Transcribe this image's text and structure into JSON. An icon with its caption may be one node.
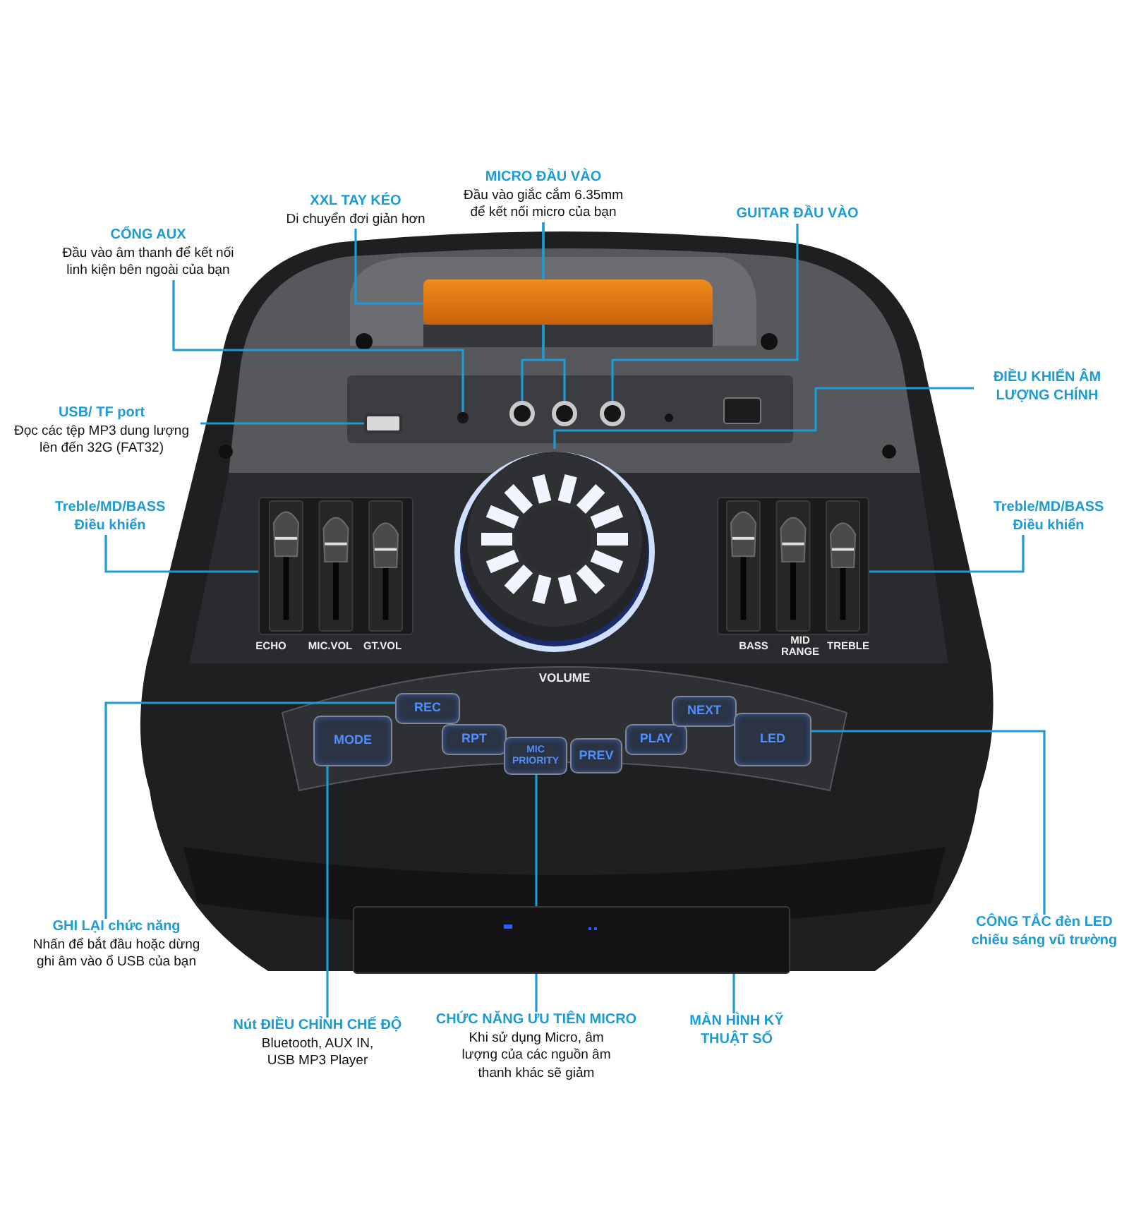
{
  "diagram": {
    "nodes": [
      {
        "text": [
          "XXL TAY KÉO",
          "Di chuyển đơi giản hơn"
        ]
      },
      {
        "text": [
          "MICRO ĐẦU VÀO",
          "Đầu vào giắc cắm 6.35mm để kết nối micro của bạn"
        ]
      },
      {
        "text": [
          "CỔNG AUX",
          "Đầu vào âm thanh để kết nối linh kiện bên ngoài của bạn"
        ]
      },
      {
        "text": [
          "GUITAR ĐẦU VÀO"
        ]
      },
      {
        "text": [
          "ĐIỀU KHIỂN ÂM LƯỢNG CHÍNH"
        ]
      },
      {
        "text": [
          "USB/ TF port",
          "Đọc các tệp MP3 dung lượng lên đến 32G (FAT32)"
        ]
      },
      {
        "text": [
          "Treble/MD/BASS Điều khiển"
        ]
      },
      {
        "text": [
          "Treble/MD/BASS Điều khiển"
        ]
      },
      {
        "text": [
          "GHI LẠI chức năng",
          "Nhấn để bắt đầu hoặc dừng ghi âm vào ổ USB của bạn"
        ]
      },
      {
        "text": [
          "CÔNG TẮC đèn LED chiếu sáng vũ trường"
        ]
      },
      {
        "text": [
          "Nút ĐIỀU CHỈNH CHẾ ĐỘ",
          "Bluetooth, AUX IN, USB MP3 Player"
        ]
      },
      {
        "text": [
          "CHỨC NĂNG ƯU TIÊN MICRO",
          "Khi sử dụng  Micro, âm lượng của các nguồn âm thanh khác sẽ giảm"
        ]
      },
      {
        "text": [
          "MÀN HÌNH KỸ THUẬT SỐ"
        ]
      },
      {
        "text": [],
        "shape": "bar"
      },
      {
        "text": [],
        "shape": "circle"
      },
      {
        "text": [],
        "shape": "circle"
      },
      {
        "text": [],
        "shape": "circle"
      },
      {
        "text": [],
        "shape": "circle"
      },
      {
        "text": [],
        "shape": "box"
      },
      {
        "text": [],
        "shape": "circle"
      },
      {
        "text": [],
        "shape": "box"
      },
      {
        "text": [],
        "shape": "box"
      },
      {
        "text": [
          "MODE"
        ]
      },
      {
        "text": [
          "REC"
        ]
      },
      {
        "text": [
          "RPT"
        ]
      },
      {
        "text": [
          "MIC PRIORITY"
        ]
      },
      {
        "text": [
          "PREV"
        ]
      },
      {
        "text": [
          "PLAY"
        ]
      },
      {
        "text": [
          "NEXT"
        ]
      },
      {
        "text": [
          "LED"
        ]
      },
      {
        "text": [],
        "shape": "box"
      }
    ],
    "edges": [
      {
        "from": 0,
        "to": 13,
        "arrow": "none"
      },
      {
        "from": 2,
        "to": 14,
        "arrow": "none"
      },
      {
        "from": 1,
        "to": 15,
        "arrow": "none"
      },
      {
        "from": 1,
        "to": 16,
        "arrow": "none"
      },
      {
        "from": 3,
        "to": 17,
        "arrow": "none"
      },
      {
        "from": 4,
        "to": 19,
        "arrow": "none"
      },
      {
        "from": 5,
        "to": 18,
        "arrow": "none"
      },
      {
        "from": 6,
        "to": 20,
        "arrow": "none"
      },
      {
        "from": 7,
        "to": 21,
        "arrow": "none"
      },
      {
        "from": 8,
        "to": 23,
        "arrow": "none"
      },
      {
        "from": 9,
        "to": 29,
        "arrow": "none"
      },
      {
        "from": 10,
        "to": 22,
        "arrow": "none"
      },
      {
        "from": 11,
        "to": 25,
        "arrow": "none"
      },
      {
        "from": 12,
        "to": 30,
        "arrow": "none"
      }
    ],
    "labels": [
      "ECHO",
      "MIC.VOL",
      "GT.VOL",
      "BASS",
      "MID RANGE",
      "TREBLE",
      "VOLUME"
    ]
  }
}
